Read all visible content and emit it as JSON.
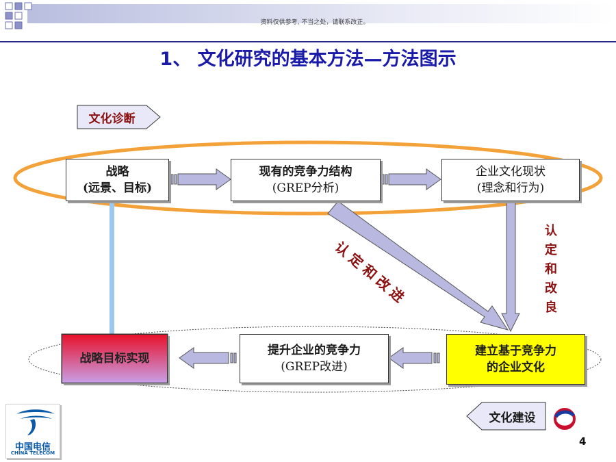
{
  "header": {
    "notice": "资料仅供参考, 不当之处，请联系改正。",
    "title": "1、 文化研究的基本方法—方法图示"
  },
  "labels": {
    "diagnosis": "文化诊断",
    "construction": "文化建设",
    "diag_arrow_text": "认定和改进",
    "vertical_text": [
      "认",
      "定",
      "和",
      "改",
      "良"
    ]
  },
  "boxes": {
    "strategy": {
      "line1": "战略",
      "line2": "(远景、目标)"
    },
    "competitive": {
      "line1": "现有的竞争力结构",
      "line2": "(GREP分析)"
    },
    "culture_status": {
      "line1": "企业文化现状",
      "line2": "(理念和行为)"
    },
    "goal": {
      "line1": "战略目标实现"
    },
    "improve": {
      "line1": "提升企业的竞争力",
      "line2": "(GREP改进)"
    },
    "build": {
      "line1": "建立基于竞争力",
      "line2": "的企业文化"
    }
  },
  "logo": {
    "cn": "中国电信",
    "en": "CHINA TELECOM"
  },
  "footer": {
    "page": "4"
  },
  "colors": {
    "title": "#1a1aa8",
    "ellipse_top": "#f3a23a",
    "arrow": "#b8b8e0",
    "goal_box_top": "#e8102a",
    "goal_box_bottom": "#c8a0e8",
    "build_box": "#ffff00",
    "label_text": "#8b1010"
  }
}
